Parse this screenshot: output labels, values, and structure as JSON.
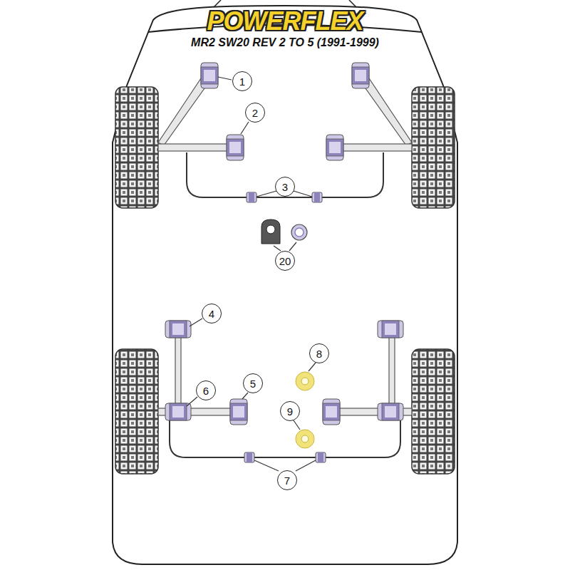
{
  "diagram": {
    "title": "MR2 SW20 REV 2 TO 5 (1991-1999)",
    "labels": [
      "POWERFLEX",
      "1",
      "2",
      "3",
      "20",
      "4",
      "8",
      "6",
      "5",
      "9",
      "7"
    ]
  }
}
